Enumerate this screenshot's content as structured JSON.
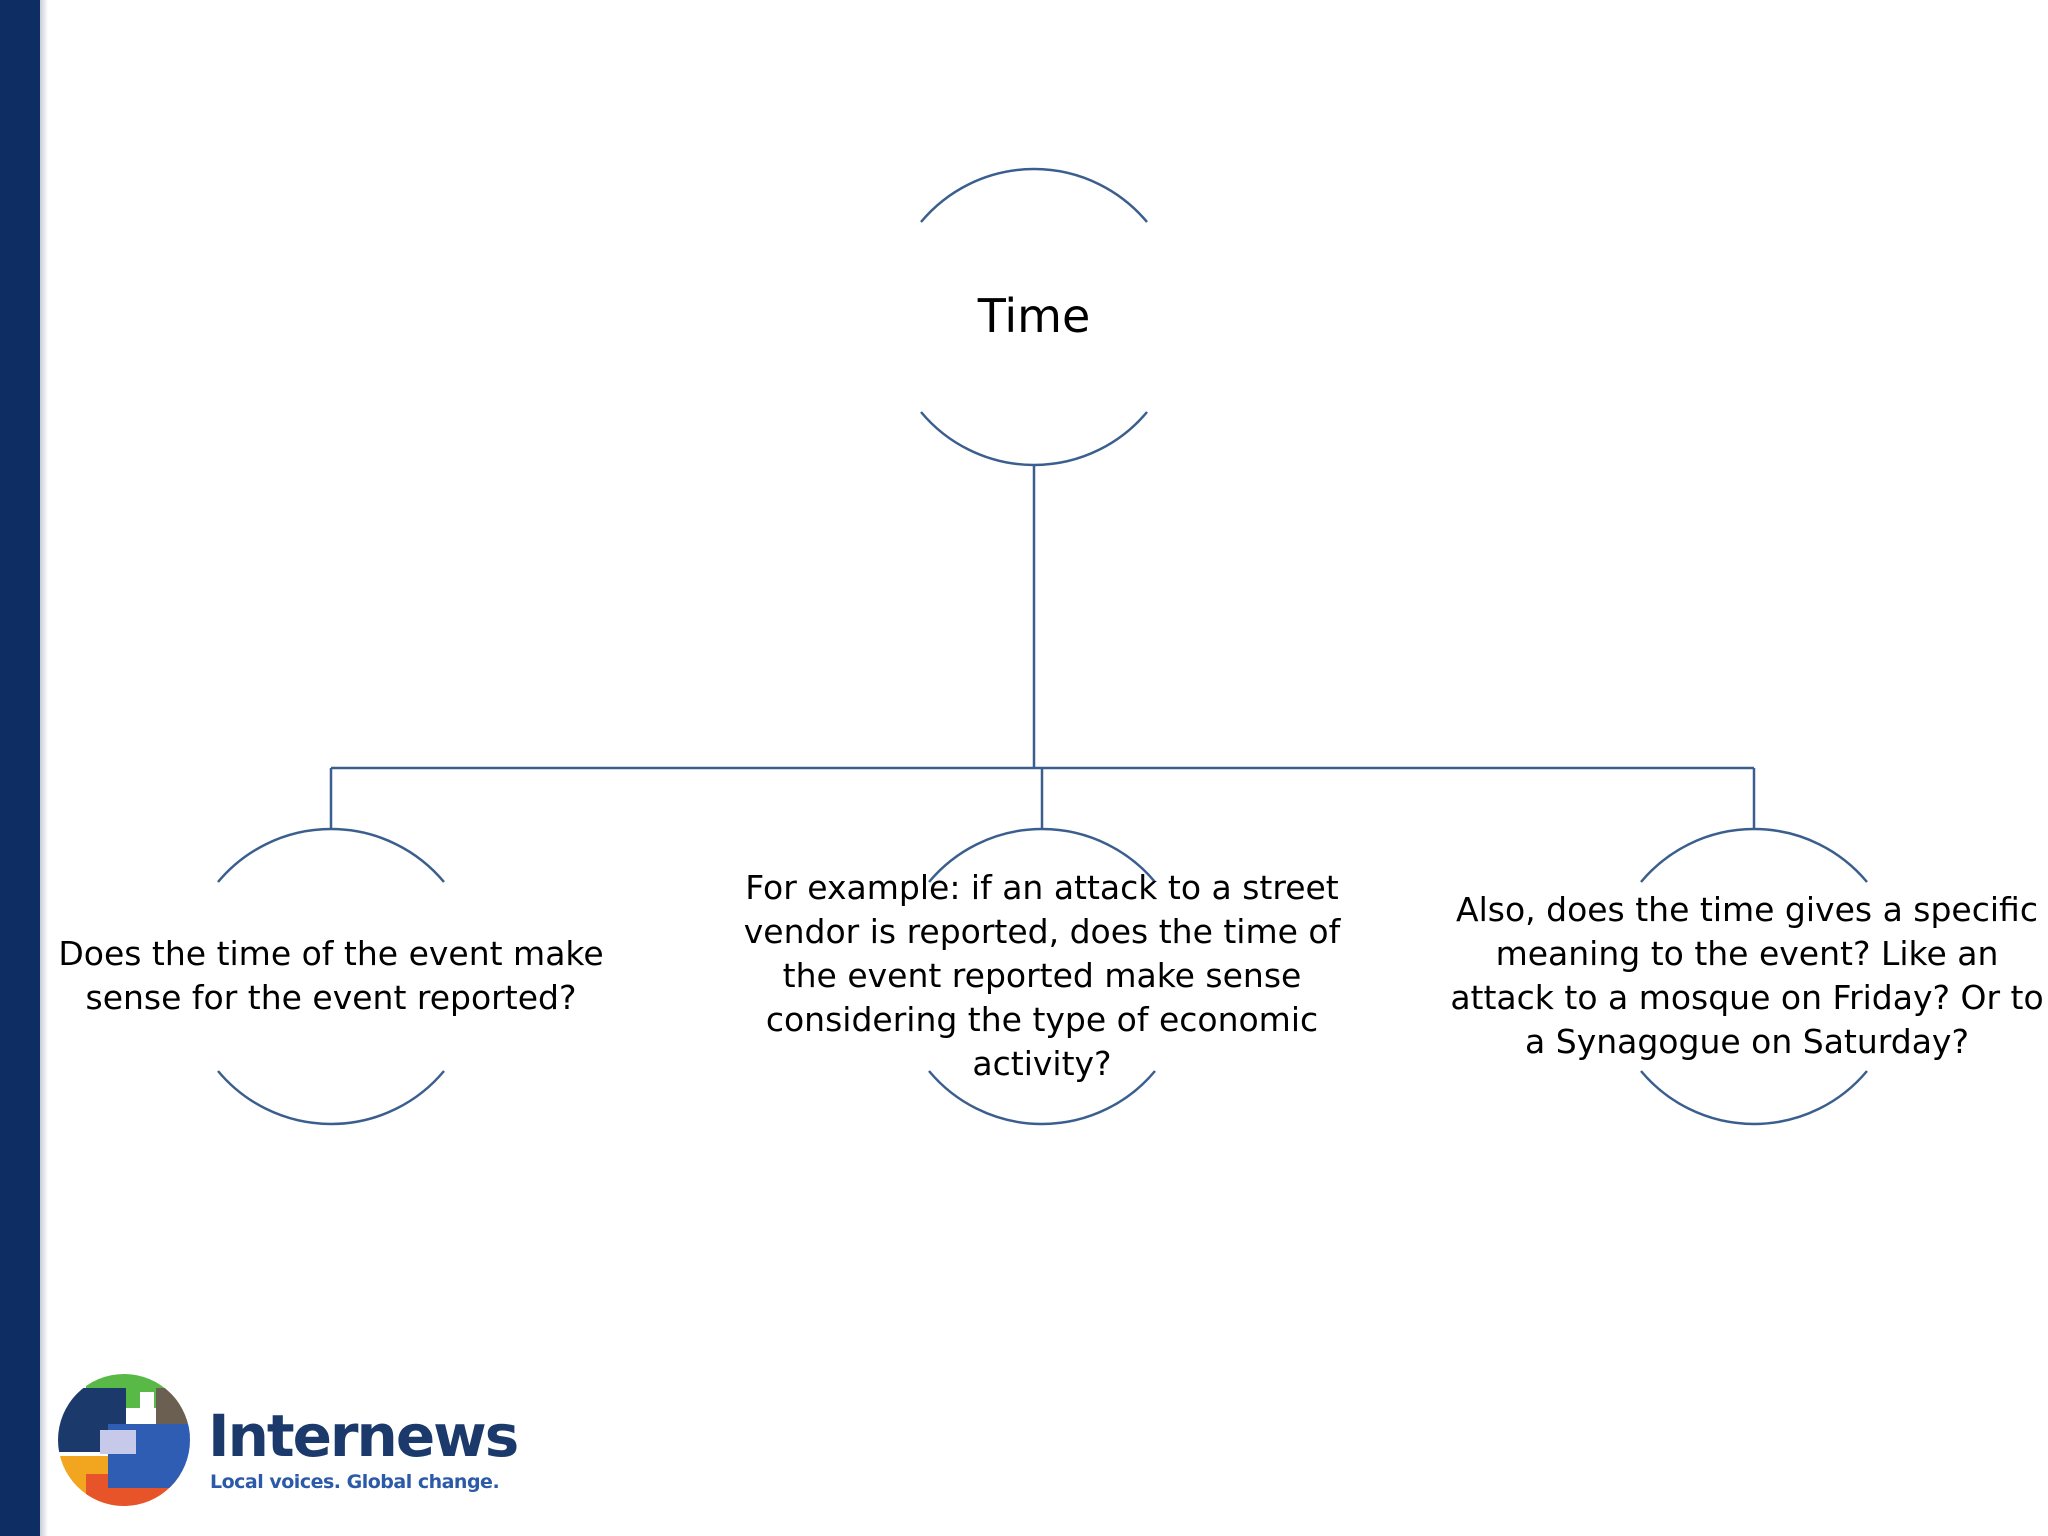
{
  "diagram": {
    "root": {
      "label": "Time"
    },
    "children": [
      {
        "label": "Does the time of the event make sense for the event reported?"
      },
      {
        "label": "For example: if an attack to a street vendor is reported, does the time of the event reported make sense considering the type of economic activity?"
      },
      {
        "label": "Also, does the time gives a specific meaning to the event? Like an attack to a mosque on Friday? Or to a Synagogue on Saturday?"
      }
    ]
  },
  "branding": {
    "name": "Internews",
    "tagline": "Local voices. Global change."
  },
  "colors": {
    "sidebar": "#0e2d63",
    "connector": "#3a5f8f",
    "brand_text": "#1b3a6b",
    "tagline_text": "#2b5aa8"
  }
}
